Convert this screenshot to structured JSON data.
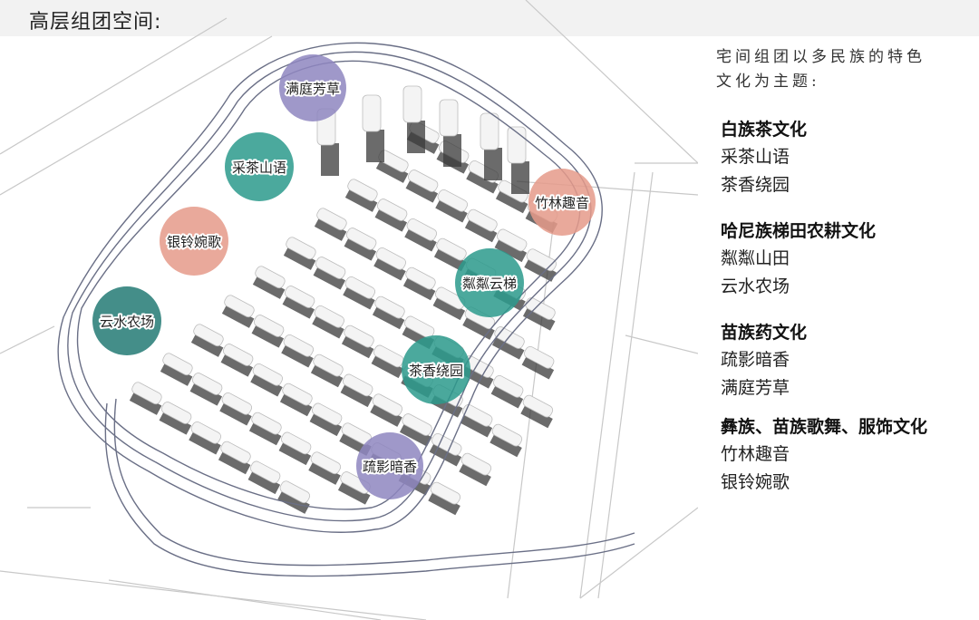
{
  "page_title": "高层组团空间:",
  "intro_text": "宅间组团以多民族的特色文化为主题:",
  "themes": [
    {
      "title": "白族茶文化",
      "items": [
        "采茶山语",
        "茶香绕园"
      ]
    },
    {
      "title": "哈尼族梯田农耕文化",
      "items": [
        "粼粼山田",
        "云水农场"
      ]
    },
    {
      "title": "苗族药文化",
      "items": [
        "疏影暗香",
        "满庭芳草"
      ]
    },
    {
      "title": "彝族、苗族歌舞、服饰文化",
      "items": [
        "竹林趣音",
        "银铃婉歌"
      ]
    }
  ],
  "nodes": [
    {
      "label": "满庭芳草",
      "color": "#8e86bf"
    },
    {
      "label": "采茶山语",
      "color": "#2c9a8c"
    },
    {
      "label": "竹林趣音",
      "color": "#e59a8a"
    },
    {
      "label": "银铃婉歌",
      "color": "#e59a8a"
    },
    {
      "label": "粼粼云梯",
      "color": "#2c9a8c"
    },
    {
      "label": "云水农场",
      "color": "#237a74"
    },
    {
      "label": "茶香绕园",
      "color": "#2c9a8c"
    },
    {
      "label": "疏影暗香",
      "color": "#8e86bf"
    }
  ],
  "colors": {
    "path_line": "#6a6f86",
    "road_line": "#c8c8c8",
    "building_fill": "#f4f4f4",
    "building_shadow": "#3a3a3a"
  }
}
